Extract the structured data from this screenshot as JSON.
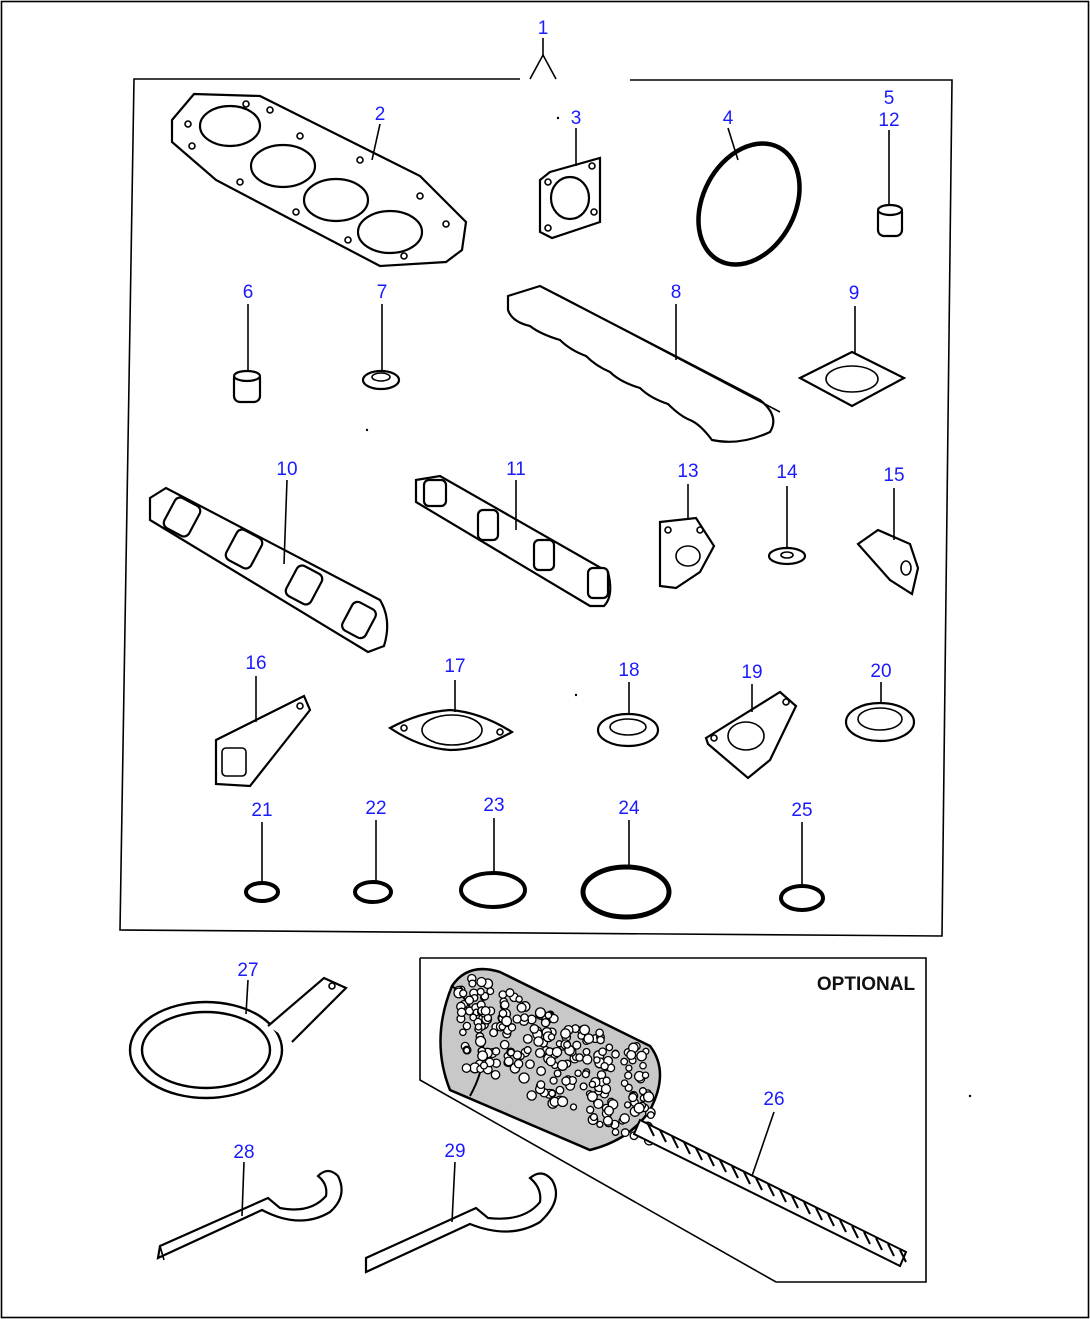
{
  "callouts": [
    "1",
    "2",
    "3",
    "4",
    "5",
    "12",
    "6",
    "7",
    "8",
    "9",
    "10",
    "11",
    "13",
    "14",
    "15",
    "16",
    "17",
    "18",
    "19",
    "20",
    "21",
    "22",
    "23",
    "24",
    "25",
    "26",
    "27",
    "28",
    "29"
  ],
  "optional_label": "OPTIONAL",
  "colors": {
    "callout": "#1a1aff",
    "line": "#000000",
    "background": "#ffffff"
  }
}
